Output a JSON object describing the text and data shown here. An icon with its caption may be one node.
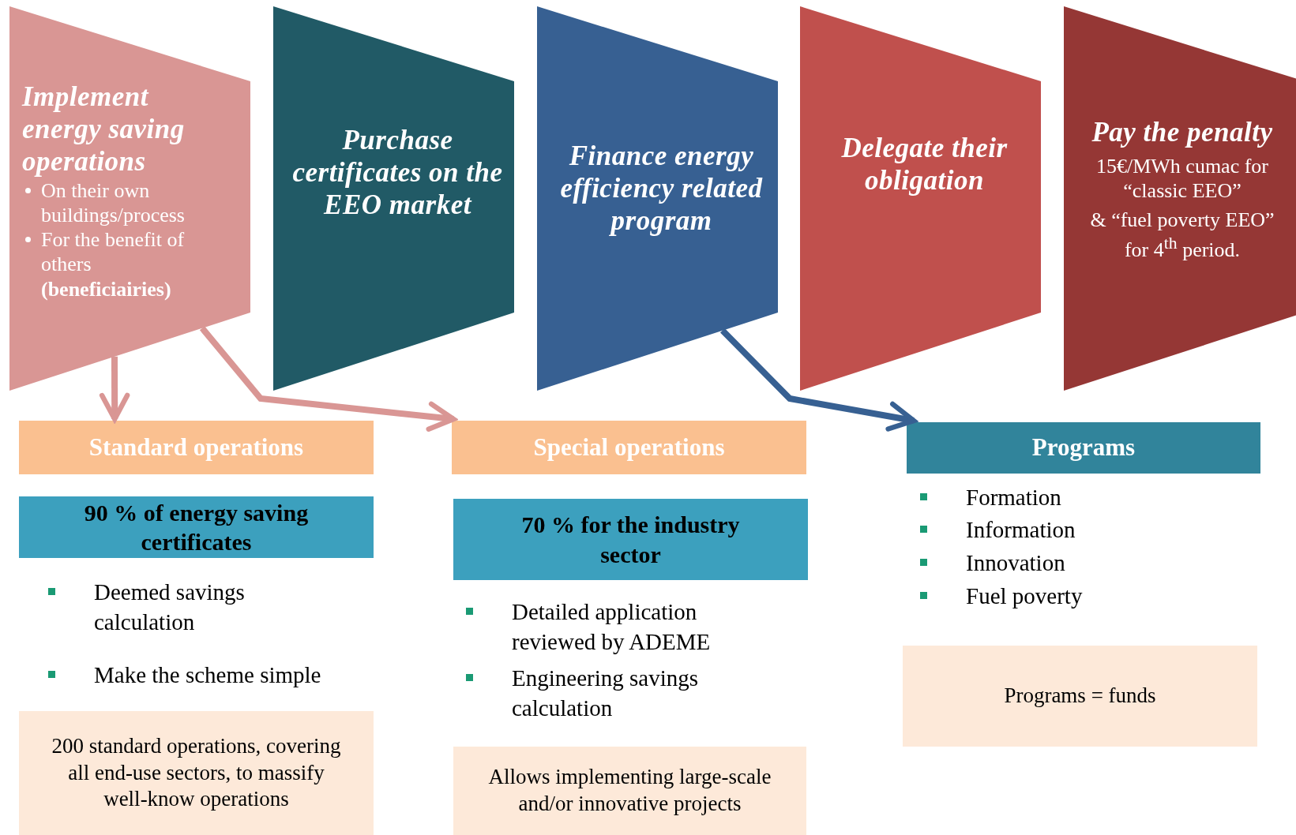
{
  "diagram": {
    "nodes": [
      {
        "text": [
          "Implement energy saving operations",
          "On their own buildings/process",
          "For the benefit of others **(beneficiairies)**"
        ]
      },
      {
        "text": [
          "Purchase certificates on the EEO market"
        ]
      },
      {
        "text": [
          "Finance energy efficiency related program"
        ]
      },
      {
        "text": [
          "Delegate their obligation"
        ]
      },
      {
        "text": [
          "Pay the penalty",
          "15€/MWh cumac for “classic EEO”",
          "& “fuel poverty EEO” for 4$^{th}$ period."
        ]
      },
      {
        "text": [
          "Standard operations"
        ]
      },
      {
        "text": [
          "90 % of energy saving certificates"
        ]
      },
      {
        "text": [
          "200 standard operations, covering all end-use sectors, to massify well-know operations"
        ]
      },
      {
        "text": [
          "Special operations"
        ]
      },
      {
        "text": [
          "70 % for the industry sector"
        ]
      },
      {
        "text": [
          "Allows implementing large-scale and/or innovative projects"
        ]
      },
      {
        "text": [
          "Programs"
        ]
      },
      {
        "text": [
          "Programs = funds"
        ]
      }
    ],
    "edges": [
      {
        "from": 0,
        "to": 5,
        "arrow": "to"
      },
      {
        "from": 0,
        "to": 8,
        "arrow": "to"
      },
      {
        "from": 2,
        "to": 11,
        "arrow": "to",
        "color": "#376092"
      }
    ],
    "labels": [
      "Deemed savings calculation",
      "Make the scheme simple",
      "Detailed application reviewed by ADEME",
      "Engineering savings calculation",
      "Formation",
      "Information",
      "Innovation",
      "Fuel poverty"
    ]
  }
}
